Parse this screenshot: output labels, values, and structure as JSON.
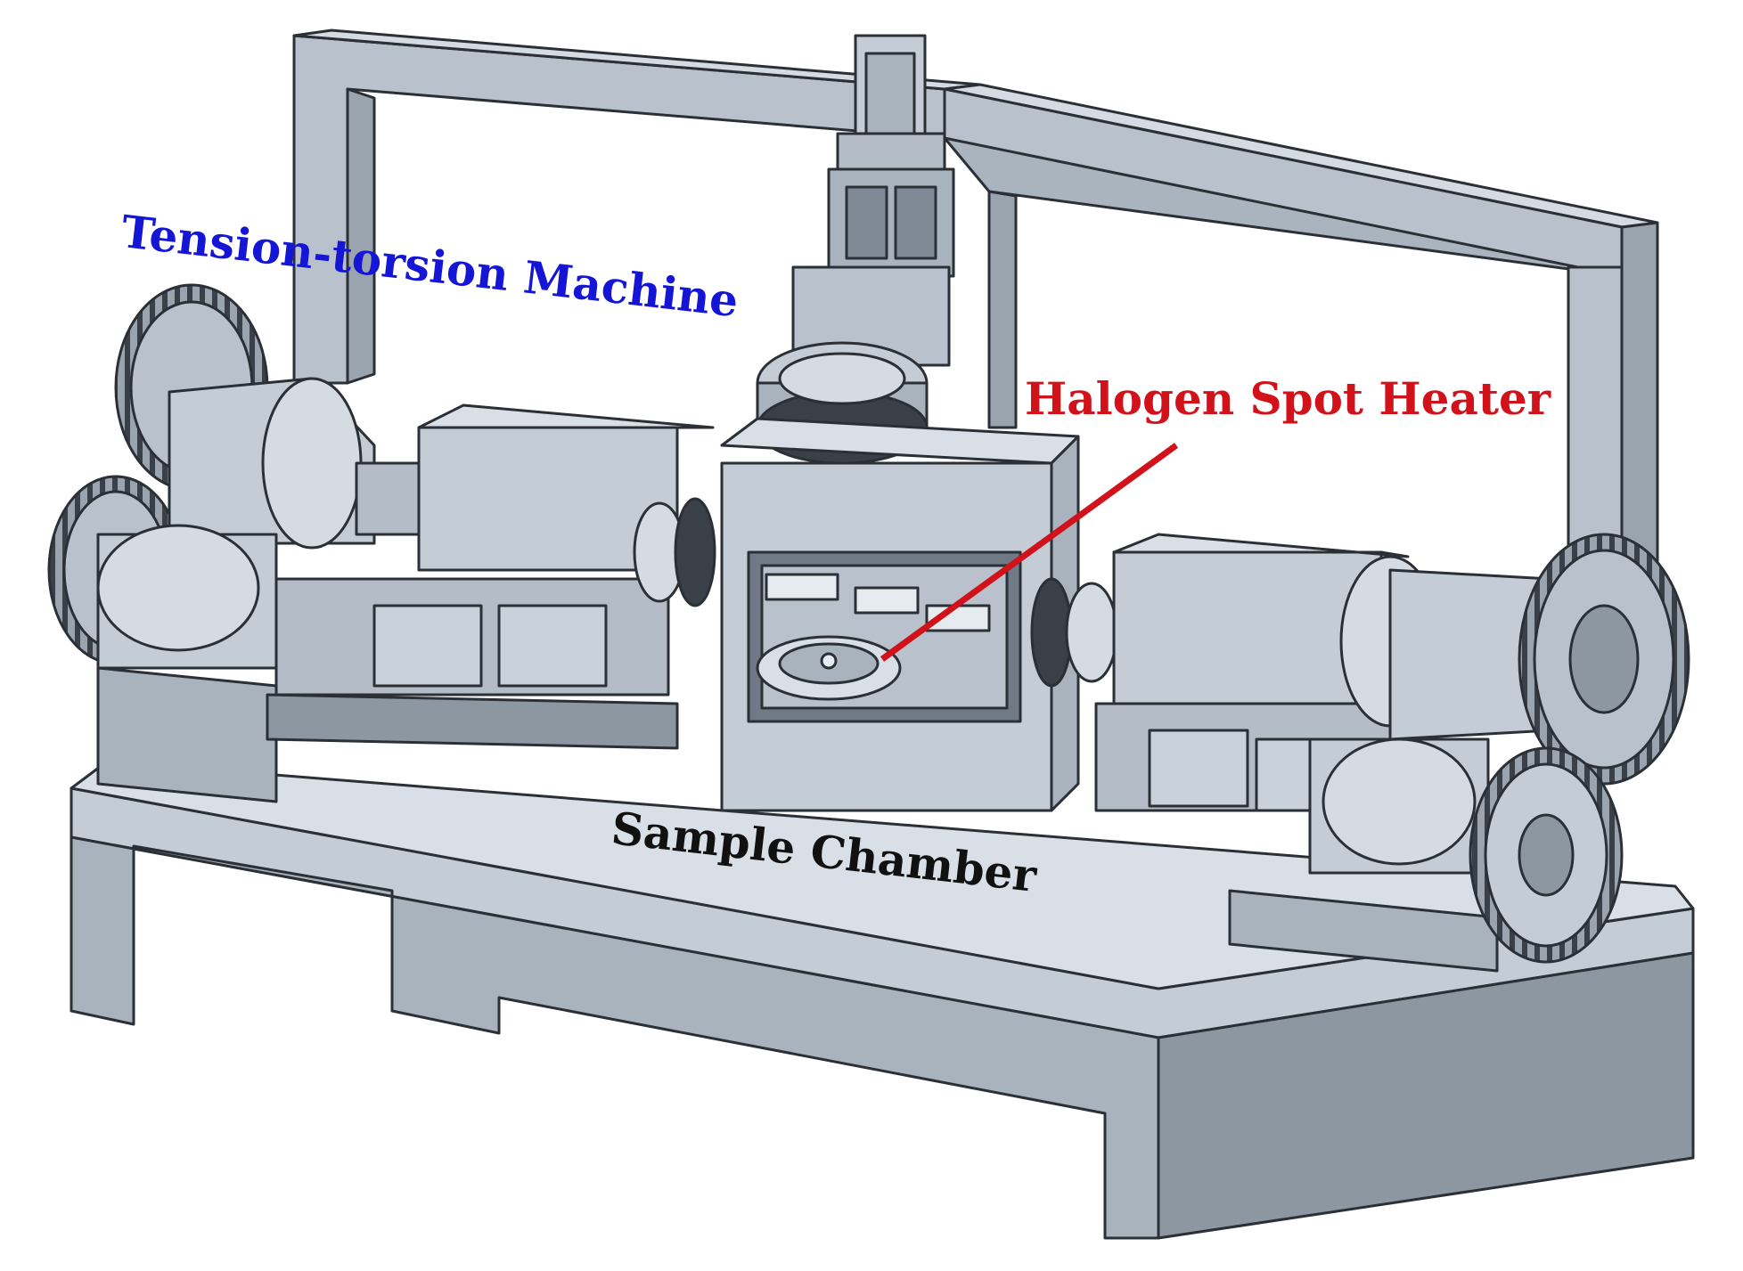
{
  "labels": {
    "machine": "Tension-torsion Machine",
    "heater": "Halogen Spot Heater",
    "chamber": "Sample Chamber"
  },
  "colors": {
    "machine_label": "#1515d6",
    "heater_label": "#d2121b",
    "chamber_label": "#111111",
    "pointer_line": "#d2121b",
    "metal_light": "#c9d1da",
    "metal_mid": "#a9b3be",
    "metal_dark": "#7f8a96",
    "outline": "#2b3036"
  }
}
